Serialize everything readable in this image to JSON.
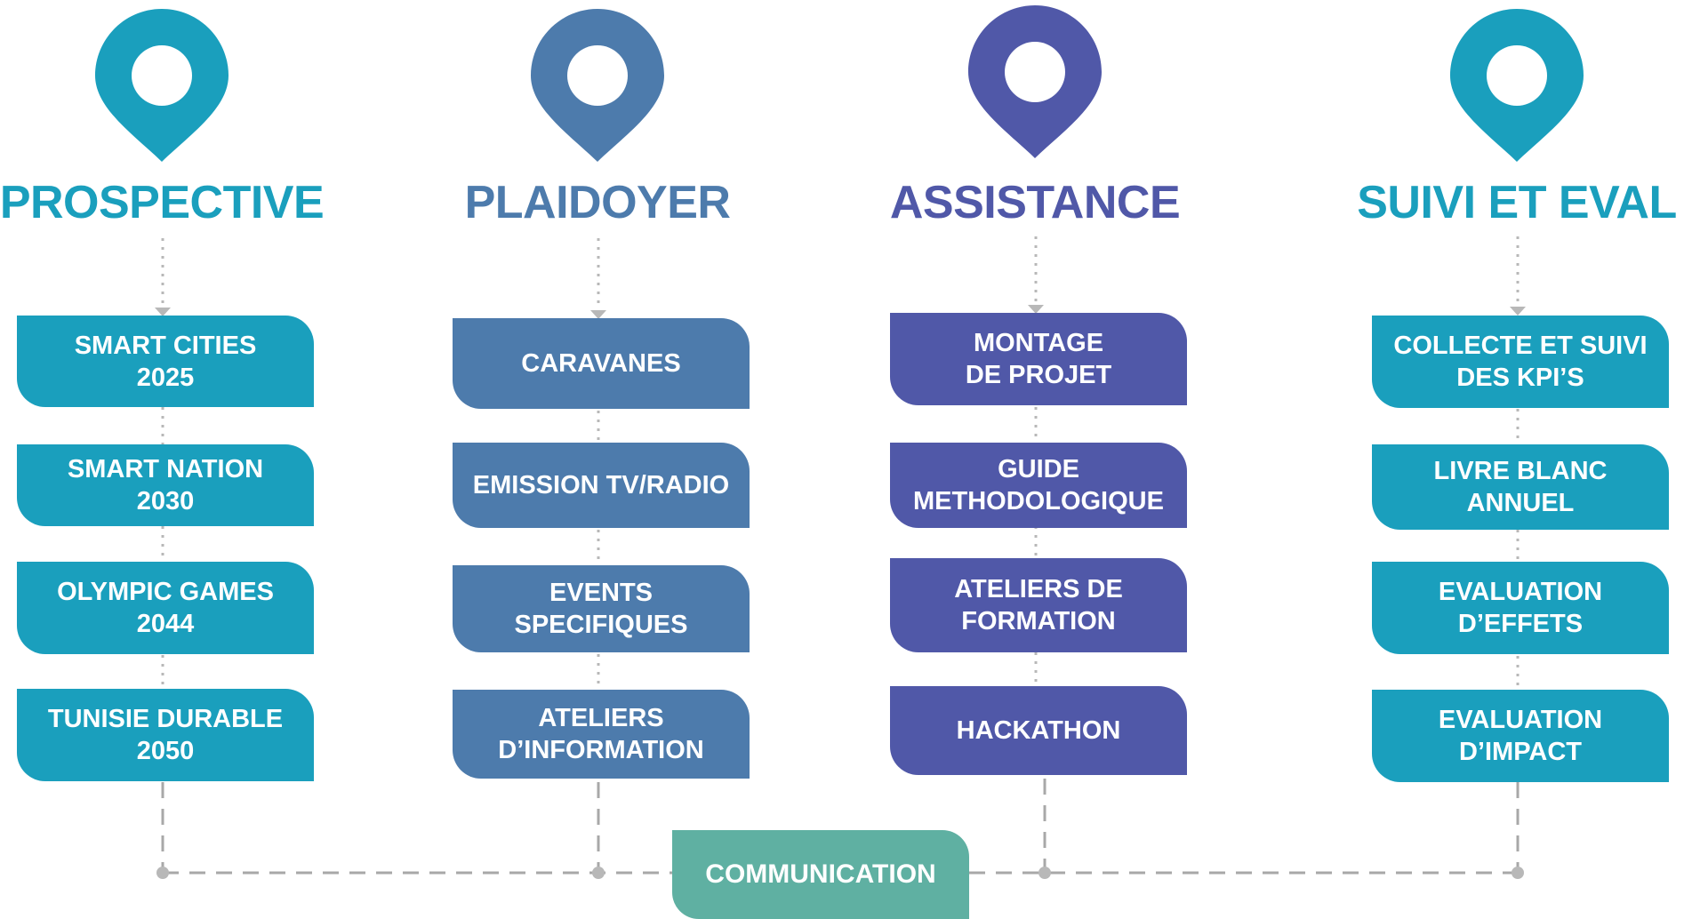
{
  "colors": {
    "prospective": "#1a9fbd",
    "plaidoyer": "#4d7bac",
    "assistance": "#5058a8",
    "suivi": "#1a9fbd",
    "communication": "#5fb0a2",
    "connector": "#b3b3b3"
  },
  "columns": [
    {
      "title": "PROSPECTIVE",
      "color": "#1a9fbd",
      "icon": "location-pin-icon",
      "items": [
        "SMART CITIES\n2025",
        "SMART NATION\n2030",
        "OLYMPIC GAMES\n2044",
        "TUNISIE DURABLE\n2050"
      ]
    },
    {
      "title": "PLAIDOYER",
      "color": "#4d7bac",
      "icon": "location-pin-icon",
      "items": [
        "CARAVANES",
        "EMISSION TV/RADIO",
        "EVENTS\nSPECIFIQUES",
        "ATELIERS\nD’INFORMATION"
      ]
    },
    {
      "title": "ASSISTANCE",
      "color": "#5058a8",
      "icon": "location-pin-icon",
      "items": [
        "MONTAGE\nDE PROJET",
        "GUIDE\nMETHODOLOGIQUE",
        "ATELIERS DE\nFORMATION",
        "HACKATHON"
      ]
    },
    {
      "title": "SUIVI ET EVAL",
      "color": "#1a9fbd",
      "icon": "location-pin-icon",
      "items": [
        "COLLECTE ET SUIVI\nDES KPI’S",
        "LIVRE BLANC\nANNUEL",
        "EVALUATION\nD’EFFETS",
        "EVALUATION\nD’IMPACT"
      ]
    }
  ],
  "footer": {
    "label": "COMMUNICATION"
  }
}
